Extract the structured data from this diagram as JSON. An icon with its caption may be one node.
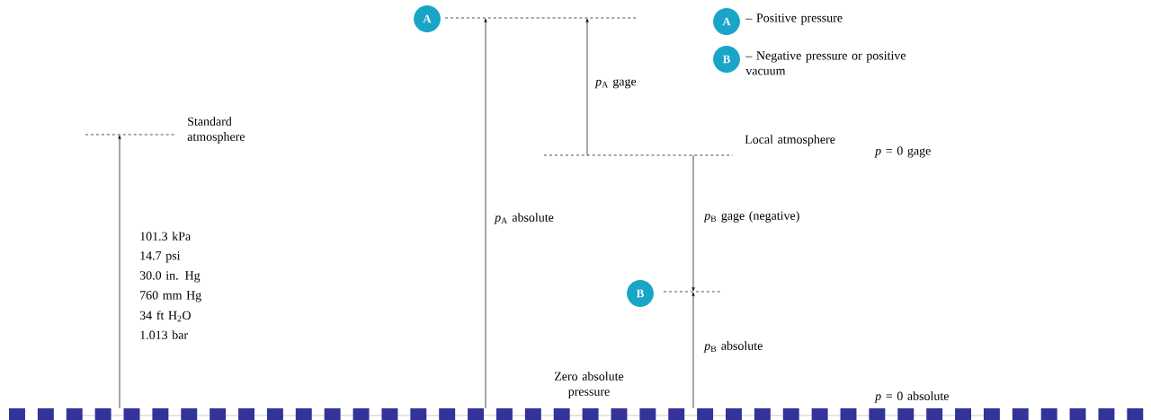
{
  "diagram": {
    "nodes": [
      {
        "text": [
          "A"
        ]
      },
      {
        "text": [
          "B"
        ]
      },
      {
        "text": [
          "A"
        ],
        "beside": [
          "– Positive pressure"
        ]
      },
      {
        "text": [
          "B"
        ],
        "beside": [
          "– Negative pressure or positive vacuum"
        ]
      }
    ],
    "labels": [
      "Standard atmosphere",
      "*p*$_{A}$ gage",
      "Local atmosphere",
      "*p* = 0 gage",
      "*p*$_{A}$ absolute",
      "*p*$_{B}$ gage (negative)",
      "101.3 kPa",
      "14.7 psi",
      "30.0 in. Hg",
      "760 mm Hg",
      "34 ft H$_{2}$O",
      "1.013 bar",
      "*p*$_{B}$ absolute",
      "Zero absolute pressure",
      "*p* = 0 absolute"
    ]
  }
}
